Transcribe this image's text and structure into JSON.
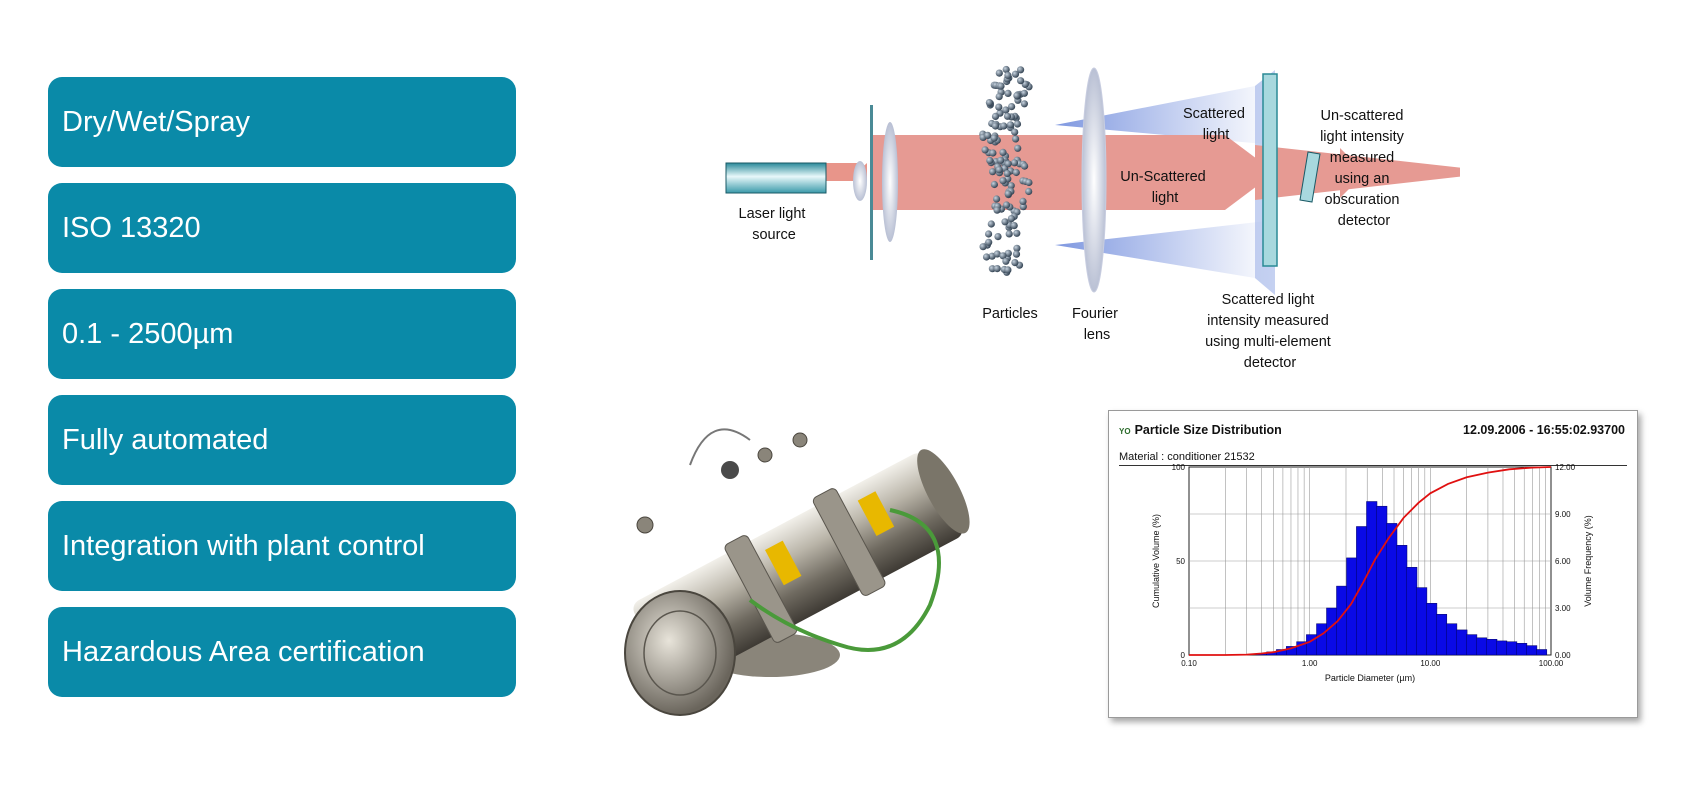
{
  "features": [
    "Dry/Wet/Spray",
    "ISO 13320",
    "0.1 - 2500µm",
    "Fully automated",
    "Integration with plant control",
    "Hazardous  Area certification"
  ],
  "diagram": {
    "laser_label": [
      "Laser light",
      "source"
    ],
    "particles_label": "Particles",
    "fourier_label": [
      "Fourier",
      "lens"
    ],
    "scattered_label": [
      "Scattered",
      "light"
    ],
    "unscattered_label": [
      "Un-Scattered",
      "light"
    ],
    "obscuration_label": [
      "Un-scattered",
      "light intensity",
      "measured",
      "using an",
      "obscuration",
      "detector"
    ],
    "multi_element_label": [
      "Scattered light",
      "intensity measured",
      "using multi-element",
      "detector"
    ]
  },
  "psd": {
    "logo": "YO",
    "title": "Particle Size Distribution",
    "date": "12.09.2006 - 16:55:02.93700",
    "material": "Material : conditioner 21532",
    "colors": {
      "bars": "#0a0ae6",
      "curve": "#e01010"
    }
  },
  "chart_data": {
    "type": "bar",
    "xscale": "log",
    "xlim": [
      0.1,
      100
    ],
    "xticks": [
      "0.10",
      "1.00",
      "10.00",
      "100.00"
    ],
    "xlabel": "Particle Diameter (µm)",
    "ylabel_left": "Cumulative Volume (%)",
    "ylabel_right": "Volume Frequency (%)",
    "yticks_left": [
      "0",
      "50",
      "100"
    ],
    "yticks_right": [
      "0.00",
      "3.00",
      "6.00",
      "9.00",
      "12.00"
    ],
    "ylim_left": [
      0,
      100
    ],
    "ylim_right": [
      0,
      12
    ],
    "grid": true,
    "series": [
      {
        "type": "bar",
        "x": [
          0.36,
          0.44,
          0.53,
          0.64,
          0.78,
          0.94,
          1.14,
          1.38,
          1.67,
          2.02,
          2.44,
          2.96,
          3.58,
          4.33,
          5.24,
          6.34,
          7.67,
          9.28,
          11.2,
          13.6,
          16.5,
          19.9,
          24.1,
          29.2,
          35.3,
          42.7,
          51.7,
          62.5,
          75.6
        ],
        "values": [
          0.1,
          0.2,
          0.35,
          0.55,
          0.85,
          1.3,
          2.0,
          3.0,
          4.4,
          6.2,
          8.2,
          9.8,
          9.5,
          8.4,
          7.0,
          5.6,
          4.3,
          3.3,
          2.6,
          2.0,
          1.6,
          1.3,
          1.1,
          1.0,
          0.9,
          0.85,
          0.75,
          0.6,
          0.35
        ]
      },
      {
        "type": "line",
        "x": [
          0.1,
          0.2,
          0.3,
          0.4,
          0.5,
          0.7,
          1.0,
          1.3,
          1.7,
          2.2,
          2.8,
          3.5,
          4.5,
          6.0,
          8.0,
          10.0,
          14.0,
          20.0,
          30.0,
          45.0,
          70.0,
          100.0
        ],
        "values": [
          0,
          0,
          0.2,
          0.8,
          1.5,
          3.5,
          7,
          11.5,
          18,
          27,
          39,
          51,
          62,
          73,
          81,
          86,
          91,
          94.5,
          97,
          98.8,
          99.7,
          100
        ]
      }
    ]
  }
}
